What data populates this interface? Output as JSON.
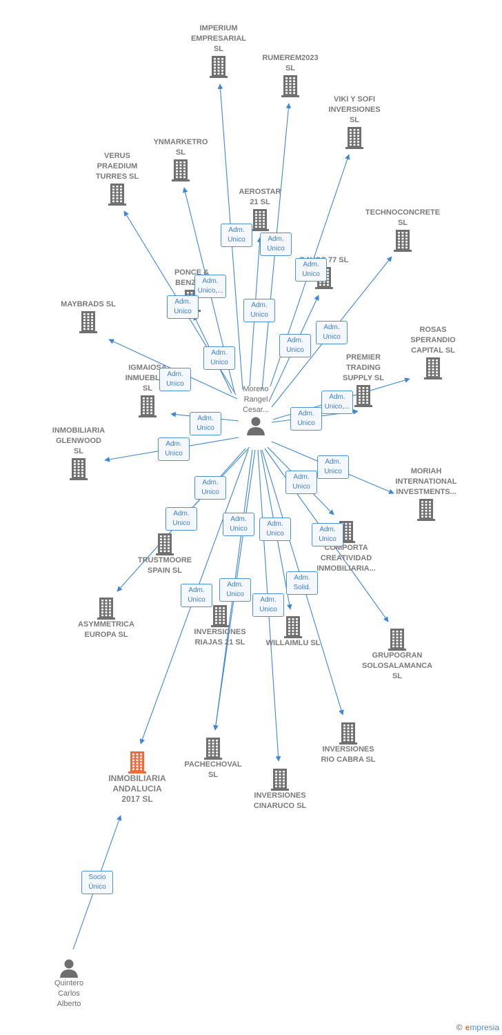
{
  "colors": {
    "edge": "#3d86d8",
    "building": "#707070",
    "highlight": "#f06a3a",
    "person": "#6e6e6e"
  },
  "center": {
    "label": "Moreno\nRangel\nCesar..."
  },
  "person2": {
    "label": "Quintero\nCarlos\nAlberto"
  },
  "companies": [
    {
      "id": "imperium",
      "label": "IMPERIUM\nEMPRESARIAL\nSL",
      "icon": "building-icon"
    },
    {
      "id": "rumerem",
      "label": "RUMEREM2023\nSL",
      "icon": "building-icon"
    },
    {
      "id": "viki",
      "label": "VIKI Y SOFI\nINVERSIONES\nSL",
      "icon": "building-icon"
    },
    {
      "id": "ynmarketro",
      "label": "YNMARKETRO\nSL",
      "icon": "building-icon"
    },
    {
      "id": "verus",
      "label": "VERUS\nPRAEDIUM\nTURRES  SL",
      "icon": "building-icon"
    },
    {
      "id": "aerostar",
      "label": "AEROSTAR\n21  SL",
      "icon": "building-icon"
    },
    {
      "id": "technoconcrete",
      "label": "TECHNOCONCRETE\nSL",
      "icon": "building-icon"
    },
    {
      "id": "davos",
      "label": "DAVOS 77  SL",
      "icon": "building-icon"
    },
    {
      "id": "ponce",
      "label": "PONCE &\nBENZO...",
      "icon": "building-icon"
    },
    {
      "id": "maybrads",
      "label": "MAYBRADS  SL",
      "icon": "building-icon"
    },
    {
      "id": "rosas",
      "label": "ROSAS\nSPERANDIO\nCAPITAL  SL",
      "icon": "building-icon"
    },
    {
      "id": "premier",
      "label": "PREMIER\nTRADING\nSUPPLY  SL",
      "icon": "building-icon"
    },
    {
      "id": "igmaiosa",
      "label": "IGMAIOSA\nINMUEBLES\nSL",
      "icon": "building-icon"
    },
    {
      "id": "glenwood",
      "label": "INMOBILIARIA\nGLENWOOD\nSL",
      "icon": "building-icon"
    },
    {
      "id": "moriah",
      "label": "MORIAH\nINTERNATIONAL\nINVESTMENTS...",
      "icon": "building-icon"
    },
    {
      "id": "trustmoore",
      "label": "TRUSTMOORE\nSPAIN  SL",
      "icon": "building-icon"
    },
    {
      "id": "comporta",
      "label": "COMPORTA\nCREATIVIDAD\nINMOBILIARIA...",
      "icon": "building-icon"
    },
    {
      "id": "asymmetrica",
      "label": "ASYMMETRICA\nEUROPA  SL",
      "icon": "building-icon"
    },
    {
      "id": "riajas",
      "label": "INVERSIONES\nRIAJAS 21  SL",
      "icon": "building-icon"
    },
    {
      "id": "willaimlu",
      "label": "WILLAIMLU  SL",
      "icon": "building-icon"
    },
    {
      "id": "grupogran",
      "label": "GRUPOGRAN\nSOLOSALAMANCA\nSL",
      "icon": "building-icon"
    },
    {
      "id": "riocabra",
      "label": "INVERSIONES\nRIO CABRA  SL",
      "icon": "building-icon"
    },
    {
      "id": "pachechoval",
      "label": "PACHECHOVAL\nSL",
      "icon": "building-icon"
    },
    {
      "id": "cinaruco",
      "label": "INVERSIONES\nCINARUCO  SL",
      "icon": "building-icon"
    },
    {
      "id": "andalucia",
      "label": "INMOBILIARIA\nANDALUCIA\n2017  SL",
      "icon": "building-icon"
    }
  ],
  "relations": [
    {
      "target": "imperium",
      "label": "Adm.\nUnico"
    },
    {
      "target": "rumerem",
      "label": "Adm.\nUnico"
    },
    {
      "target": "viki",
      "label": "Adm.\nUnico"
    },
    {
      "target": "ynmarketro",
      "label": "Adm.\nUnico,..."
    },
    {
      "target": "verus",
      "label": "Adm.\nUnico"
    },
    {
      "target": "aerostar",
      "label": "Adm.\nUnico"
    },
    {
      "target": "technoconcrete",
      "label": "Adm.\nUnico"
    },
    {
      "target": "davos",
      "label": "Adm.\nUnico"
    },
    {
      "target": "ponce",
      "label": "Adm.\nUnico"
    },
    {
      "target": "maybrads",
      "label": "Adm.\nUnico"
    },
    {
      "target": "rosas",
      "label": "Adm.\nUnico,..."
    },
    {
      "target": "premier",
      "label": "Adm.\nUnico"
    },
    {
      "target": "igmaiosa",
      "label": "Adm.\nUnico"
    },
    {
      "target": "glenwood",
      "label": "Adm.\nUnico"
    },
    {
      "target": "moriah",
      "label": "Adm.\nUnico"
    },
    {
      "target": "trustmoore",
      "label": "Adm.\nUnico"
    },
    {
      "target": "comporta",
      "label": "Adm.\nUnico"
    },
    {
      "target": "asymmetrica",
      "label": "Adm.\nUnico"
    },
    {
      "target": "riajas",
      "label": "Adm.\nUnico"
    },
    {
      "target": "willaimlu",
      "label": "Adm.\nUnico"
    },
    {
      "target": "grupogran",
      "label": "Adm.\nUnico"
    },
    {
      "target": "riocabra",
      "label": "Adm.\nSolid."
    },
    {
      "target": "pachechoval",
      "label": "Adm.\nUnico"
    },
    {
      "target": "cinaruco",
      "label": "Adm.\nUnico"
    },
    {
      "target": "andalucia",
      "label": "Adm.\nUnico"
    }
  ],
  "socio": {
    "label": "Socio\nÚnico"
  },
  "footer": {
    "copyright": "©",
    "brand_first": "e",
    "brand_rest": "mpresia"
  }
}
